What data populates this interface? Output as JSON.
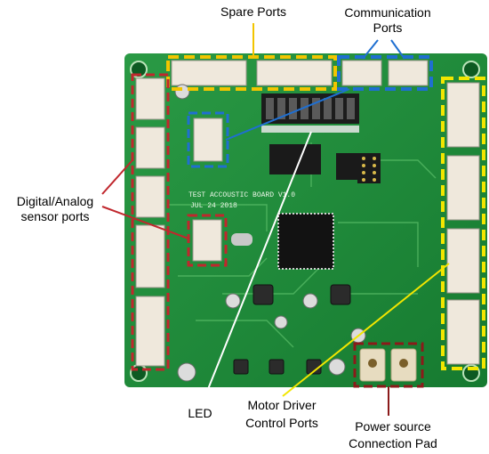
{
  "labels": {
    "spare_ports": "Spare Ports",
    "communication_ports_line1": "Communication",
    "communication_ports_line2": "Ports",
    "digital_analog_line1": "Digital/Analog",
    "digital_analog_line2": "sensor ports",
    "led": "LED",
    "motor_driver_line1": "Motor Driver",
    "motor_driver_line2": "Control Ports",
    "power_source_line1": "Power source",
    "power_source_line2": "Connection Pad"
  },
  "board": {
    "silkscreen_title": "TEST ACCOUSTIC BOARD V1.0",
    "silkscreen_date": "JUL 24 2018"
  },
  "colors": {
    "board_green": "#1f8a3a",
    "spare_ports": "#f2c500",
    "communication_ports": "#1f6fd1",
    "sensor_ports": "#c0272d",
    "led": "#ffffff",
    "motor_driver_ports": "#f2e600",
    "power_pad": "#8b1a1a"
  }
}
